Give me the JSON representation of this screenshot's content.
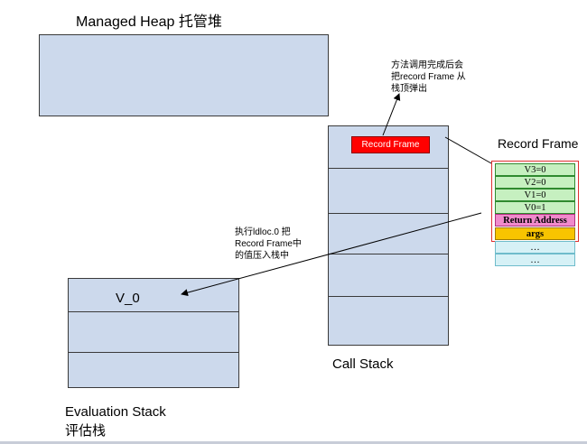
{
  "managed_heap": {
    "title": "Managed Heap 托管堆"
  },
  "call_stack": {
    "title": "Call Stack",
    "top_cell_label": "Record Frame"
  },
  "evaluation_stack": {
    "title_en": "Evaluation Stack",
    "title_cn": "评估栈",
    "top_value": "V_0"
  },
  "record_frame": {
    "title": "Record Frame",
    "rows": [
      {
        "text": "V3=0",
        "kind": "var"
      },
      {
        "text": "V2=0",
        "kind": "var"
      },
      {
        "text": "V1=0",
        "kind": "var"
      },
      {
        "text": "V0=1",
        "kind": "var"
      },
      {
        "text": "Return Address",
        "kind": "ret"
      },
      {
        "text": "args",
        "kind": "args"
      },
      {
        "text": "…",
        "kind": "more"
      },
      {
        "text": "…",
        "kind": "more"
      }
    ]
  },
  "annotations": {
    "pop_note": [
      "方法调用完成后会",
      "把record Frame 从",
      "栈顶弹出"
    ],
    "ldloc_note": [
      "执行ldloc.0 把",
      "Record Frame中",
      "的值压入栈中"
    ]
  }
}
